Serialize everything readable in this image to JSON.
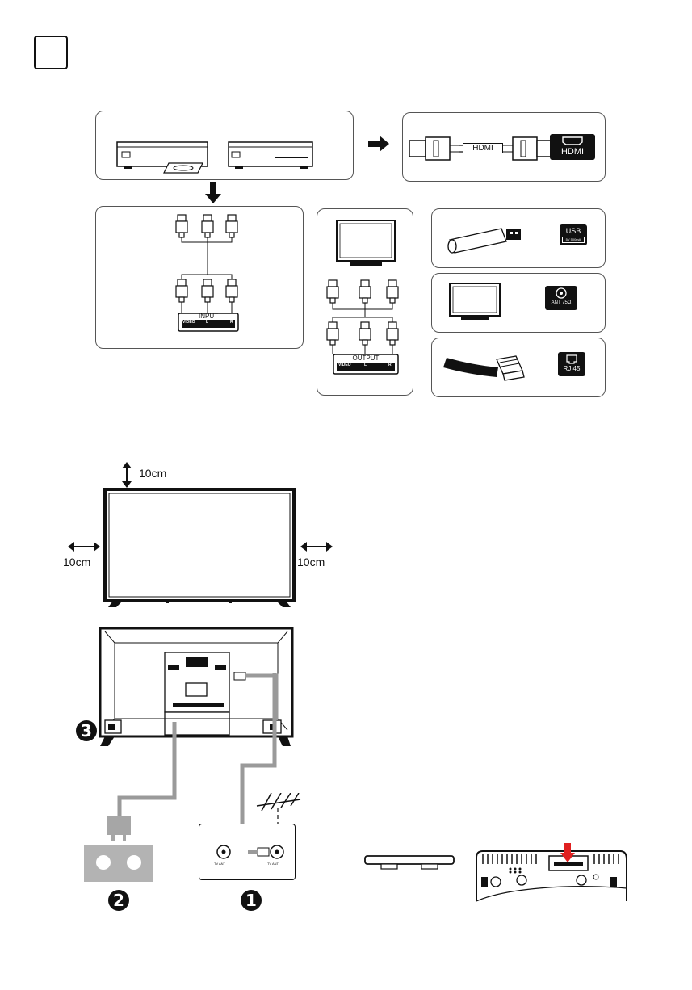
{
  "hdmi": {
    "cable_label": "HDMI",
    "port_label": "HDMI"
  },
  "av": {
    "input_title": "INPUT",
    "output_title": "OUTPUT",
    "video": "VIDEO",
    "left": "L",
    "right": "R"
  },
  "usb": {
    "port_label": "USB",
    "port_sub": "5V 500mA"
  },
  "antenna": {
    "port_label": "ANT 75Ω"
  },
  "lan": {
    "port_label": "RJ 45"
  },
  "clearance": {
    "top": "10cm",
    "left": "10cm",
    "right": "10cm"
  },
  "wall_plate": {
    "left_port": "TV ANT",
    "right_port": "TV ANT"
  },
  "steps": {
    "one": "1",
    "two": "2",
    "three": "3"
  }
}
